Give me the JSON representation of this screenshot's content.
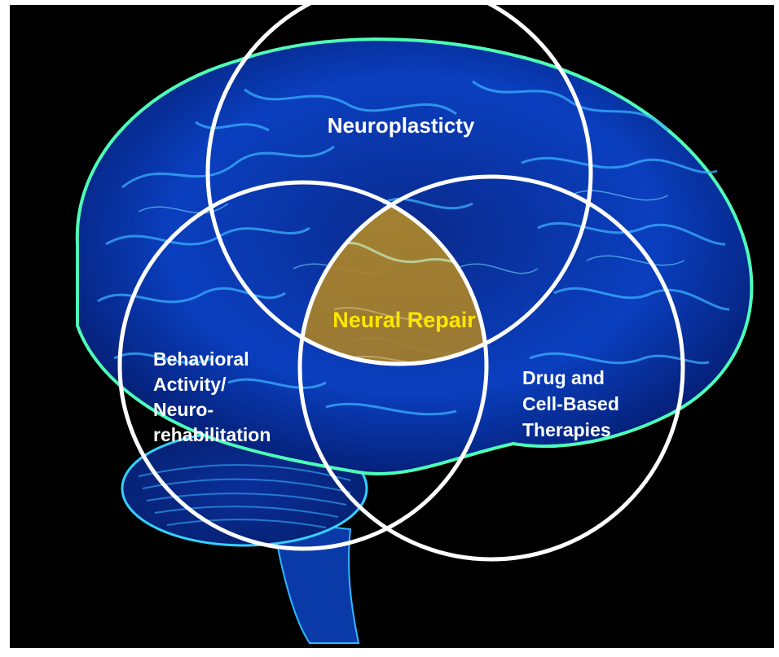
{
  "diagram": {
    "top_circle_label": "Neuroplasticty",
    "left_circle_label": [
      "Behavioral",
      "Activity/",
      "Neuro-",
      "rehabilitation"
    ],
    "right_circle_label": [
      "Drug and",
      "Cell-Based",
      "Therapies"
    ],
    "center_label": "Neural Repair"
  },
  "colors": {
    "background": "#000000",
    "brain_dark": "#04124a",
    "brain_mid": "#0b3fbf",
    "brain_highlight": "#29c4ff",
    "brain_edge": "#4dffb8",
    "circle_stroke": "#ffffff",
    "intersection_fill": "#a9822a",
    "center_text": "#ffe600"
  }
}
